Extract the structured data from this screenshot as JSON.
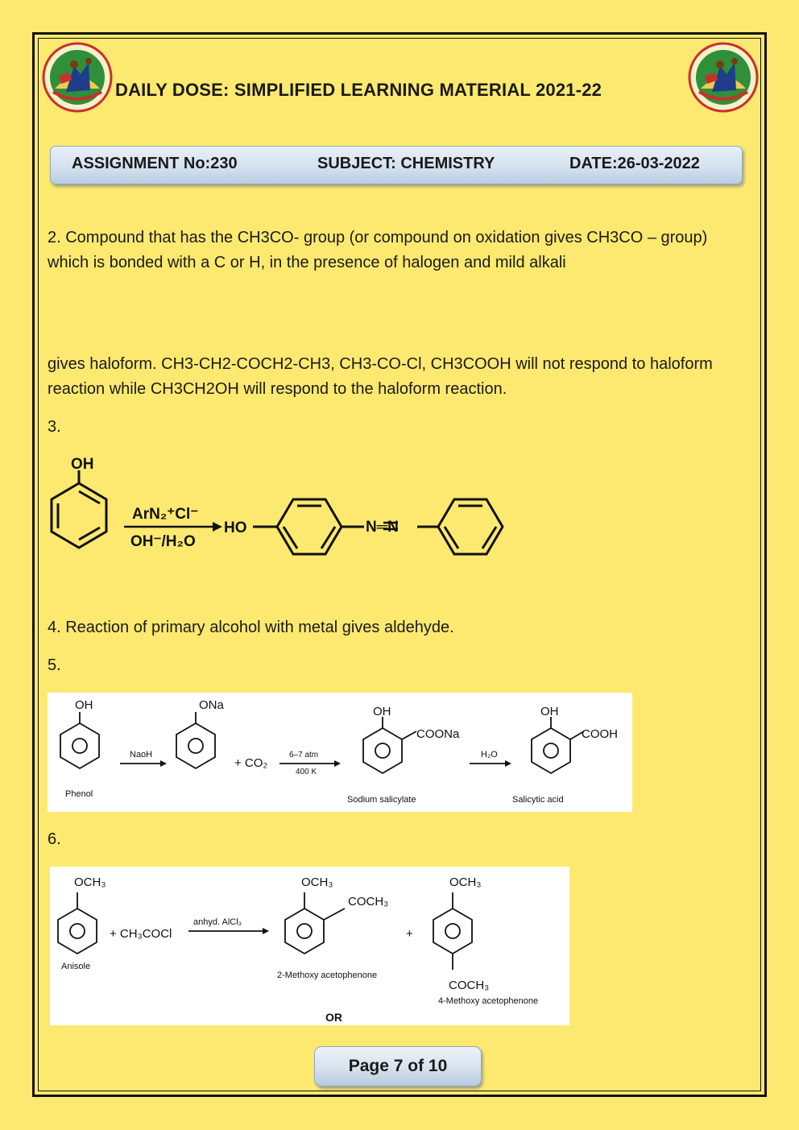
{
  "header": {
    "title": "DAILY DOSE: SIMPLIFIED LEARNING MATERIAL 2021-22"
  },
  "banner": {
    "assignment": "ASSIGNMENT No:230",
    "subject": "SUBJECT: CHEMISTRY",
    "date": "DATE:26-03-2022"
  },
  "content": {
    "p2_part1": "2. Compound that has the CH3CO- group (or compound on oxidation gives CH3CO – group) which is bonded with a C or H, in the presence of halogen and mild alkali",
    "p2_part2": "gives haloform. CH3-CH2-COCH2-CH3, CH3-CO-Cl, CH3COOH will not respond to haloform reaction while CH3CH2OH will respond to the haloform reaction.",
    "q3": "3.",
    "q4": "4. Reaction of primary alcohol with metal gives aldehyde.",
    "q5": "5.",
    "q6": "6."
  },
  "reaction3": {
    "oh": "OH",
    "reagent_top": "ArN₂⁺Cl⁻",
    "reagent_bottom": "OH⁻/H₂O",
    "ho": "HO",
    "azo": "N═N"
  },
  "reaction5": {
    "oh1": "OH",
    "ona": "ONa",
    "oh2": "OH",
    "coona": "COONa",
    "oh3": "OH",
    "cooh": "COOH",
    "naoh": "NaoH",
    "plus_co2": "+ CO₂",
    "cond_top": "6–7 atm",
    "cond_bottom": "400 K",
    "h2o": "H₂O",
    "label_phenol": "Phenol",
    "label_sodium_salicylate": "Sodium salicylate",
    "label_salicylic_acid": "Salicytic acid"
  },
  "reaction6": {
    "och3_1": "OCH₃",
    "plus_reagent": "+ CH₃COCl",
    "arrow_label": "anhyd. AlCl₃",
    "och3_2": "OCH₃",
    "coch3_ortho": "COCH₃",
    "plus": "+",
    "och3_3": "OCH₃",
    "coch3_para": "COCH₃",
    "label_anisole": "Anisole",
    "label_ortho": "2-Methoxy acetophenone",
    "label_para": "4-Methoxy acetophenone",
    "or": "OR"
  },
  "footer": {
    "page": "Page 7 of 10"
  },
  "colors": {
    "background": "#fde96f",
    "banner_gradient_top": "#e8f0f8",
    "banner_gradient_bottom": "#b9cde0",
    "logo_green": "#2f8f3a",
    "logo_red": "#c8312a"
  }
}
